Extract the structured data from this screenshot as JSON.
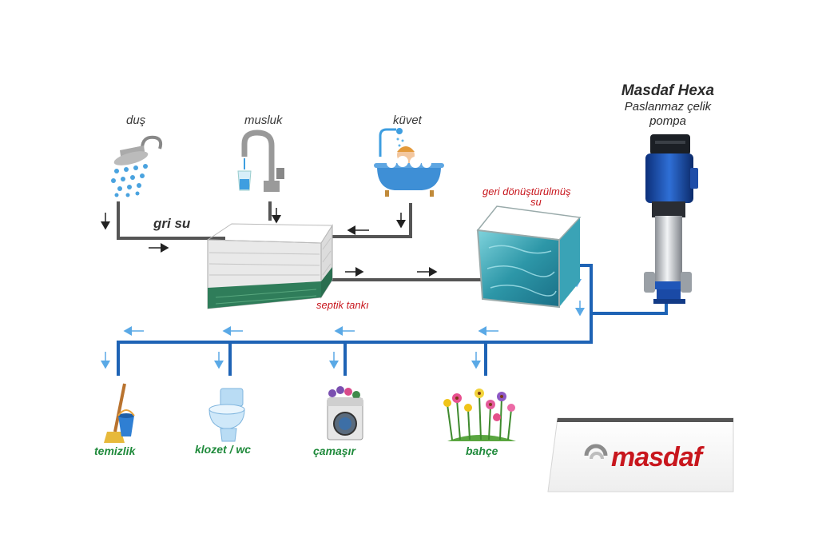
{
  "pump": {
    "title": "Masdaf Hexa",
    "subtitle_line1": "Paslanmaz çelik",
    "subtitle_line2": "pompa"
  },
  "sources": [
    {
      "label": "duş",
      "icon": "shower-icon"
    },
    {
      "label": "musluk",
      "icon": "faucet-icon"
    },
    {
      "label": "küvet",
      "icon": "bathtub-icon"
    }
  ],
  "pipe_label": "gri su",
  "tank_label": "septik tankı",
  "recycled_line1": "geri dönüştürülmüş",
  "recycled_line2": "su",
  "uses": [
    {
      "label": "temizlik",
      "icon": "mop-bucket-icon"
    },
    {
      "label": "klozet / wc",
      "icon": "toilet-icon"
    },
    {
      "label": "çamaşır",
      "icon": "washing-machine-icon"
    },
    {
      "label": "bahçe",
      "icon": "flowers-icon"
    }
  ],
  "brand": {
    "name": "masdaf",
    "color": "#c8161d"
  },
  "colors": {
    "grey_pipe": "#555555",
    "blue_pipe": "#1e63b5",
    "arrow_blue": "#5aa9e6",
    "label_green": "#1f8a3b",
    "label_red": "#c8161d"
  }
}
